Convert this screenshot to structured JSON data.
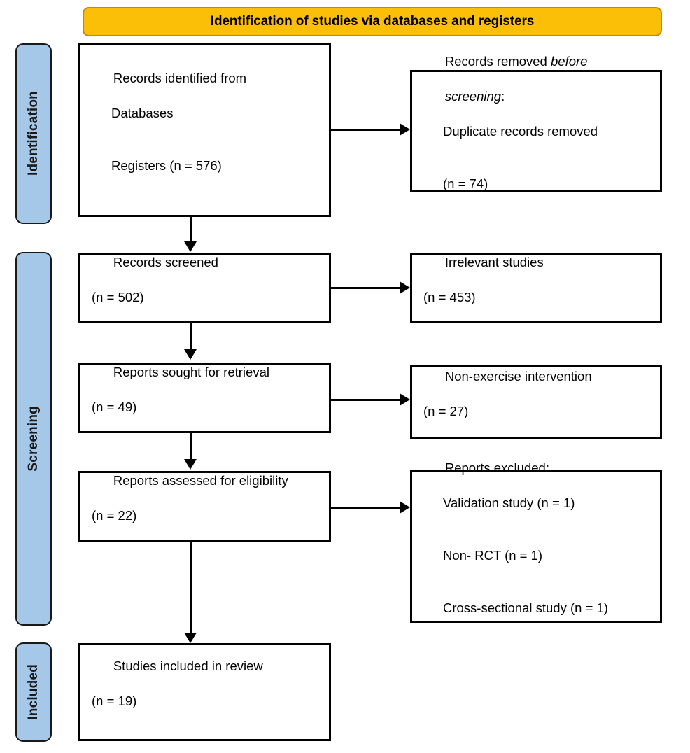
{
  "header": {
    "title": "Identification of studies via databases and registers",
    "background_color": "#FCBF07",
    "border_color": "#C08A06"
  },
  "stages": [
    {
      "id": "identification",
      "label": "Identification",
      "color": "#A5C8E9"
    },
    {
      "id": "screening",
      "label": "Screening",
      "color": "#A5C8E9"
    },
    {
      "id": "included",
      "label": "Included",
      "color": "#A5C8E9"
    }
  ],
  "chart_data": {
    "type": "diagram",
    "title": "Identification of studies via databases and registers",
    "nodes": [
      {
        "id": "identified",
        "stage": "identification",
        "column": "left",
        "line1": "Records identified from",
        "line2": "Databases",
        "line3": "Registers (n = 576)",
        "n": 576
      },
      {
        "id": "removed-before-screening",
        "stage": "identification",
        "column": "right",
        "line1": "Records removed ",
        "line1_italic": "before",
        "line2_italic": "screening",
        "line2_suffix": ":",
        "line3": "Duplicate records removed",
        "line4": "(n = 74)",
        "n": 74
      },
      {
        "id": "screened",
        "stage": "screening",
        "column": "left",
        "line1": "Records screened",
        "line2": "(n = 502)",
        "n": 502
      },
      {
        "id": "irrelevant",
        "stage": "screening",
        "column": "right",
        "line1": "Irrelevant studies",
        "line2": "(n = 453)",
        "n": 453
      },
      {
        "id": "sought-retrieval",
        "stage": "screening",
        "column": "left",
        "line1": "Reports sought for retrieval",
        "line2": "(n = 49)",
        "n": 49
      },
      {
        "id": "non-exercise",
        "stage": "screening",
        "column": "right",
        "line1": "Non-exercise intervention",
        "line2": "(n = 27)",
        "n": 27
      },
      {
        "id": "assessed-eligibility",
        "stage": "screening",
        "column": "left",
        "line1": "Reports assessed for eligibility",
        "line2": "(n = 22)",
        "n": 22
      },
      {
        "id": "reports-excluded",
        "stage": "screening",
        "column": "right",
        "line1": "Reports excluded:",
        "line2": "Validation study (n = 1)",
        "line3": "Non- RCT (n = 1)",
        "line4": "Cross-sectional study (n = 1)",
        "reasons": [
          {
            "label": "Validation study",
            "n": 1
          },
          {
            "label": "Non- RCT",
            "n": 1
          },
          {
            "label": "Cross-sectional study",
            "n": 1
          }
        ]
      },
      {
        "id": "included-review",
        "stage": "included",
        "column": "left",
        "line1": "Studies included in review",
        "line2": "(n = 19)",
        "n": 19
      }
    ],
    "edges": [
      {
        "from": "identified",
        "to": "removed-before-screening",
        "direction": "horizontal"
      },
      {
        "from": "identified",
        "to": "screened",
        "direction": "vertical"
      },
      {
        "from": "screened",
        "to": "irrelevant",
        "direction": "horizontal"
      },
      {
        "from": "screened",
        "to": "sought-retrieval",
        "direction": "vertical"
      },
      {
        "from": "sought-retrieval",
        "to": "non-exercise",
        "direction": "horizontal"
      },
      {
        "from": "sought-retrieval",
        "to": "assessed-eligibility",
        "direction": "vertical"
      },
      {
        "from": "assessed-eligibility",
        "to": "reports-excluded",
        "direction": "horizontal"
      },
      {
        "from": "assessed-eligibility",
        "to": "included-review",
        "direction": "vertical"
      }
    ]
  },
  "boxes": {
    "identified": {
      "l1": "Records identified from",
      "l2": "Databases",
      "l3": "Registers (n = 576)"
    },
    "removed_before_screening": {
      "l1_a": "Records removed ",
      "l1_b": "before",
      "l2_a": "screening",
      "l2_b": ":",
      "l3": "Duplicate records removed",
      "l4": "(n = 74)"
    },
    "screened": {
      "l1": "Records screened",
      "l2": "(n = 502)"
    },
    "irrelevant": {
      "l1": "Irrelevant studies",
      "l2": "(n = 453)"
    },
    "sought": {
      "l1": "Reports sought for retrieval",
      "l2": "(n = 49)"
    },
    "non_exercise": {
      "l1": "Non-exercise intervention",
      "l2": "(n = 27)"
    },
    "assessed": {
      "l1": "Reports assessed for eligibility",
      "l2": "(n = 22)"
    },
    "excluded": {
      "l1": "Reports excluded:",
      "l2": "Validation study (n = 1)",
      "l3": "Non- RCT (n = 1)",
      "l4": "Cross-sectional study (n = 1)"
    },
    "included": {
      "l1": "Studies included in review",
      "l2": "(n = 19)"
    }
  }
}
